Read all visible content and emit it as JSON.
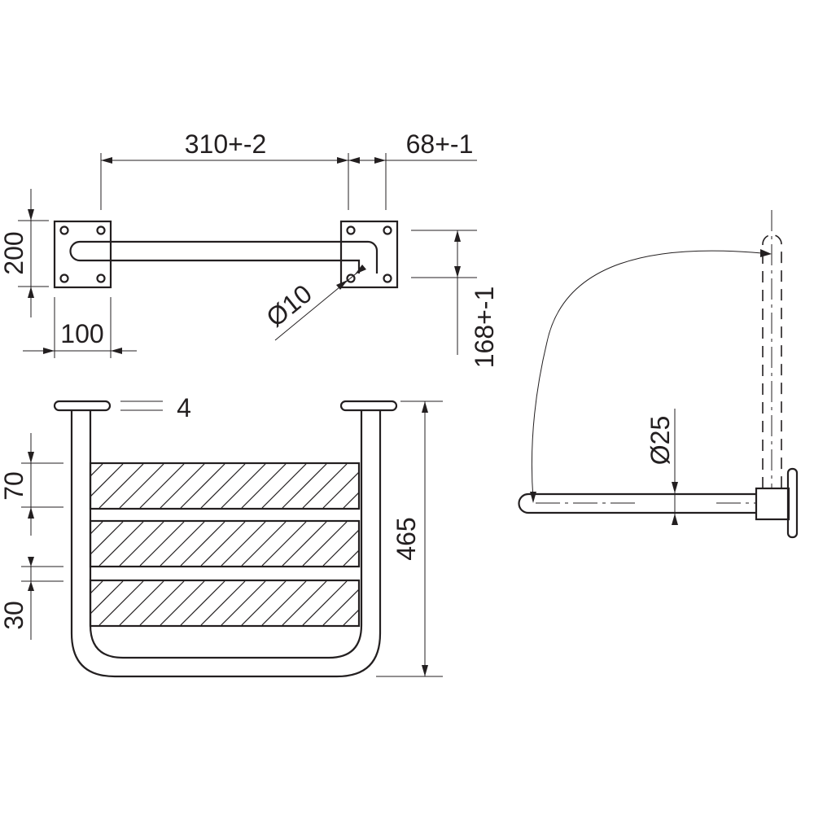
{
  "colors": {
    "ink": "#231f20",
    "background": "#ffffff"
  },
  "top_view": {
    "dims": {
      "length": "310+-2",
      "plate_offset": "68+-1",
      "plate_height": "200",
      "plate_width": "100",
      "hole_diameter": "Ø10",
      "projection": "168+-1"
    }
  },
  "front_view": {
    "dims": {
      "plate_thickness": "4",
      "slat_height": "70",
      "slat_gap": "30",
      "total_height": "465"
    }
  },
  "side_view": {
    "dims": {
      "tube_diameter": "Ø25"
    }
  }
}
